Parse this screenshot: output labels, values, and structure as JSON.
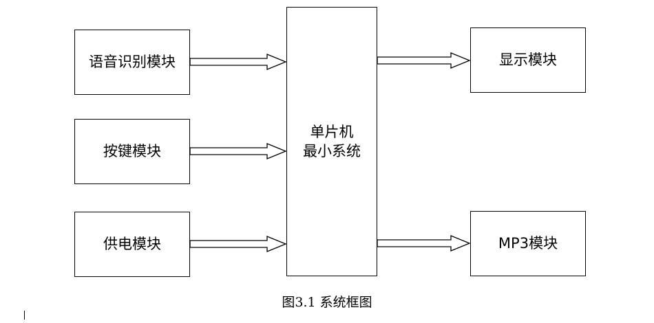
{
  "diagram": {
    "modules": {
      "voice": "语音识别模块",
      "keys": "按键模块",
      "power": "供电模块",
      "display": "显示模块",
      "mp3": "MP3模块"
    },
    "mcu": {
      "line1": "单片机",
      "line2": "最小系统"
    },
    "caption": "图3.1 系统框图"
  },
  "colors": {
    "stroke": "#000000",
    "background": "#ffffff"
  }
}
